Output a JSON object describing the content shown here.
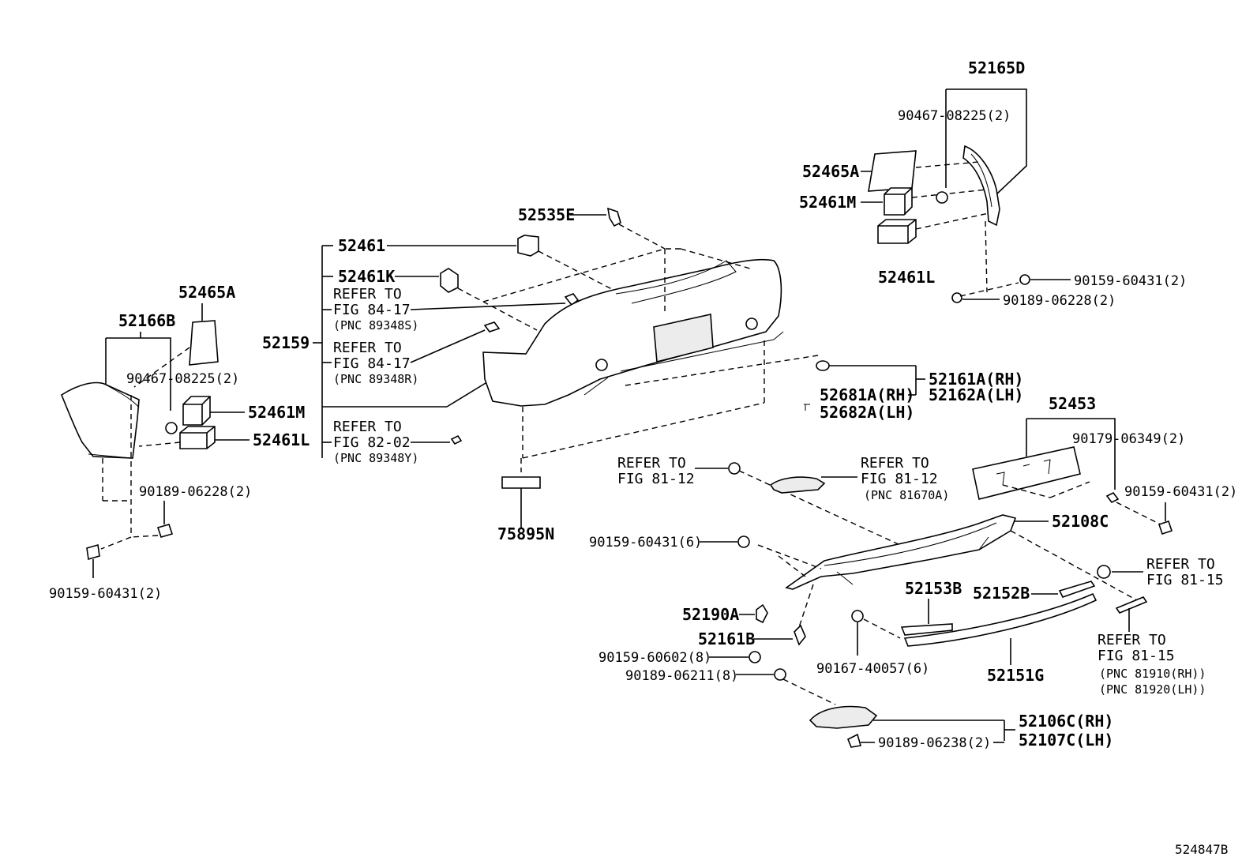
{
  "figure_code": "524847B",
  "labels": {
    "p52165D": "52165D",
    "p90467_r": "90467-08225(2)",
    "p52465A_r": "52465A",
    "p52461M_r": "52461M",
    "p52461L_r": "52461L",
    "p90159_r": "90159-60431(2)",
    "p90189_r": "90189-06228(2)",
    "p52535E": "52535E",
    "p52461": "52461",
    "p52461K": "52461K",
    "p52159": "52159",
    "p52161A": "52161A(RH)",
    "p52162A": "52162A(LH)",
    "p52681A": "52681A(RH)",
    "p52682A": "52682A(LH)",
    "p52465A_l": "52465A",
    "p52166B": "52166B",
    "p90467_l": "90467-08225(2)",
    "p52461M_l": "52461M",
    "p52461L_l": "52461L",
    "p90189_l": "90189-06228(2)",
    "p90159_l": "90159-60431(2)",
    "p75895N": "75895N",
    "p52453": "52453",
    "p90179": "90179-06349(2)",
    "p90159_plate": "90159-60431(2)",
    "p52108C": "52108C",
    "p90159_6": "90159-60431(6)",
    "p52153B": "52153B",
    "p52152B": "52152B",
    "p52190A": "52190A",
    "p52161B": "52161B",
    "p90159_606": "90159-60602(8)",
    "p90189_211": "90189-06211(8)",
    "p90167": "90167-40057(6)",
    "p52151G": "52151G",
    "p52106C": "52106C(RH)",
    "p52107C": "52107C(LH)",
    "p90189_238": "90189-06238(2)"
  },
  "references": {
    "ref_84_17a": {
      "line1": "REFER TO",
      "line2": "FIG 84-17",
      "pnc": "(PNC 89348S)"
    },
    "ref_84_17b": {
      "line1": "REFER TO",
      "line2": "FIG 84-17",
      "pnc": "(PNC 89348R)"
    },
    "ref_82_02": {
      "line1": "REFER TO",
      "line2": "FIG 82-02",
      "pnc": "(PNC 89348Y)"
    },
    "ref_81_12a": {
      "line1": "REFER TO",
      "line2": "FIG 81-12"
    },
    "ref_81_12b": {
      "line1": "REFER TO",
      "line2": "FIG 81-12",
      "pnc": "(PNC 81670A)"
    },
    "ref_81_15a": {
      "line1": "REFER TO",
      "line2": "FIG 81-15"
    },
    "ref_81_15b": {
      "line1": "REFER TO",
      "line2": "FIG 81-15",
      "pnc1": "(PNC 81910(RH))",
      "pnc2": "(PNC 81920(LH))"
    }
  }
}
